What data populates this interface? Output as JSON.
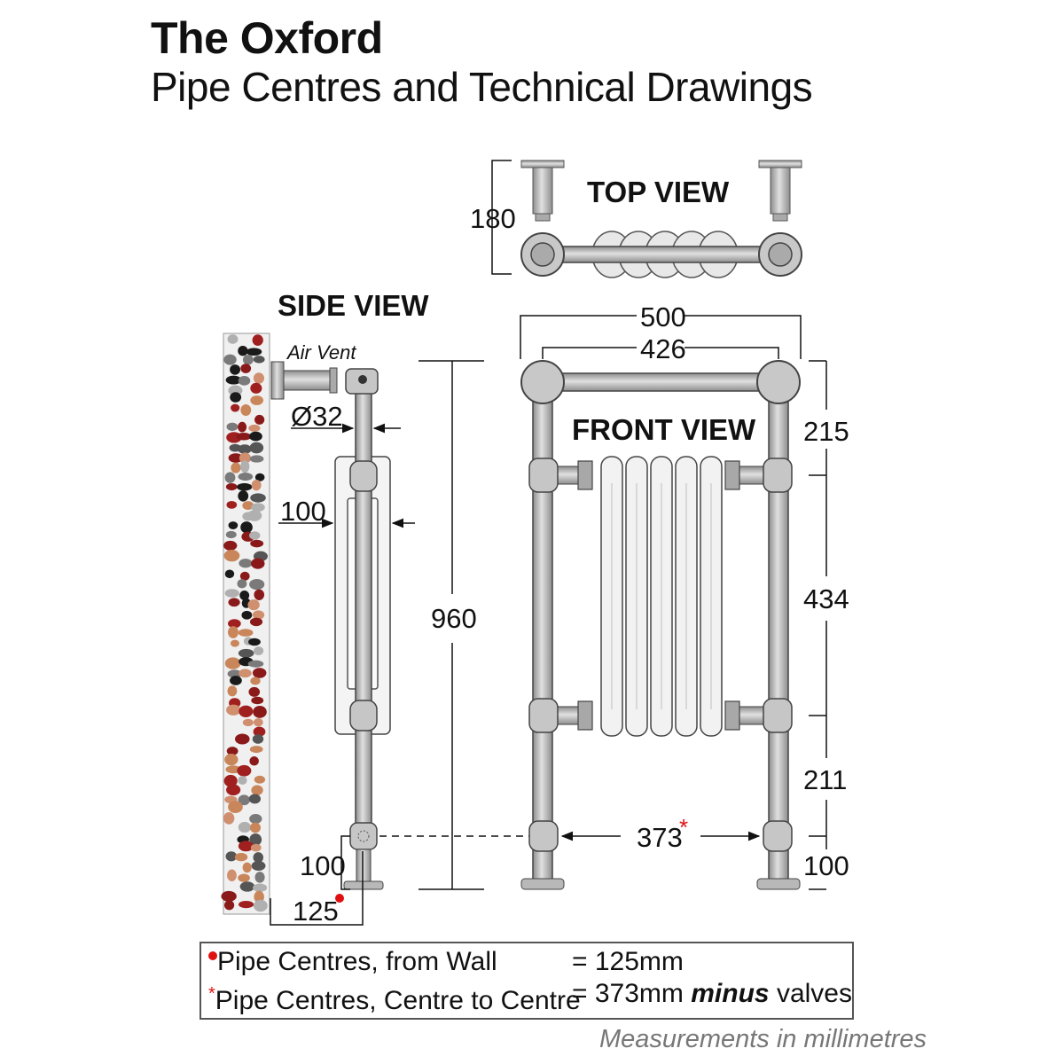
{
  "header": {
    "title": "The Oxford",
    "subtitle": "Pipe Centres and Technical Drawings"
  },
  "views": {
    "top": "TOP VIEW",
    "side": "SIDE VIEW",
    "front": "FRONT VIEW"
  },
  "labels": {
    "air_vent": "Air Vent"
  },
  "dimensions": {
    "top_depth": "180",
    "overall_width": "500",
    "rail_width": "426",
    "pipe_diameter": "Ø32",
    "radiator_depth": "100",
    "overall_height": "960",
    "section_top": "215",
    "section_middle": "434",
    "section_lower": "211",
    "side_bottom": "100",
    "front_bottom": "100",
    "wall_to_pipe": "125",
    "centre_to_centre": "373"
  },
  "legend": {
    "row1_text": "Pipe Centres, from Wall",
    "row1_value": "= 125mm",
    "row2_text": "Pipe Centres, Centre to Centre",
    "row2_value_pre": "= 373mm",
    "row2_value_bold": "minus",
    "row2_value_post": "valves"
  },
  "footer": {
    "note": "Measurements in millimetres"
  },
  "colors": {
    "metal": "#bdbdbd",
    "metal_dark": "#8a8a8a",
    "radiator_white": "#f2f2f2",
    "marker_red": "#e01010"
  }
}
